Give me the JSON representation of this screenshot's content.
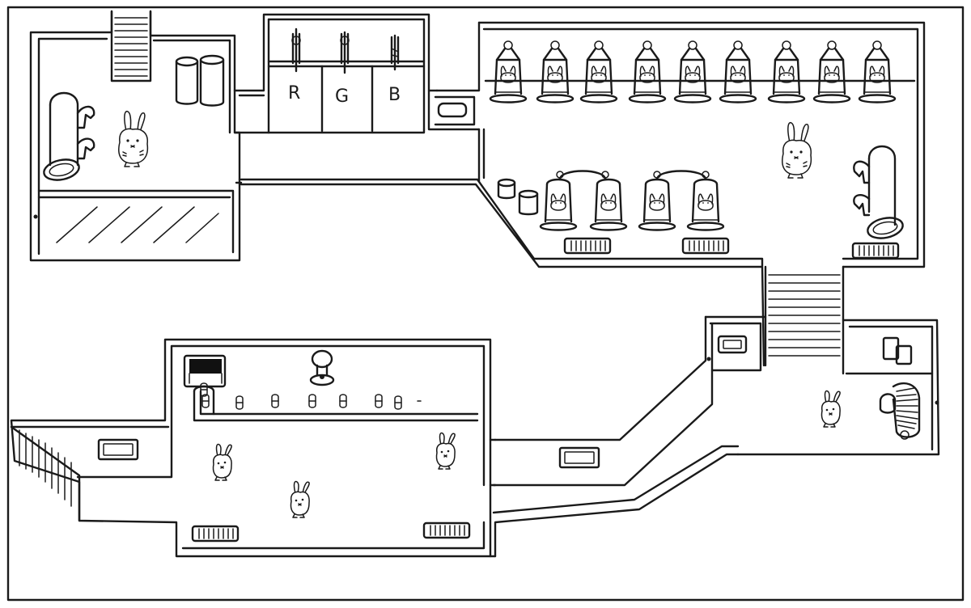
{
  "colors": {
    "ink": "#1a1a1a",
    "paper": "#ffffff",
    "dark_machine": "#111111"
  },
  "map": {
    "vats": [
      {
        "label": "R",
        "icon": "dye-vat-red"
      },
      {
        "label": "G",
        "icon": "dye-vat-green"
      },
      {
        "label": "B",
        "icon": "dye-vat-blue"
      }
    ],
    "bunny_npcs": [
      {
        "name": "bunny-lab-left",
        "icon": "bunny-icon"
      },
      {
        "name": "bunny-lab-right",
        "icon": "bunny-icon"
      },
      {
        "name": "bunny-east-room",
        "icon": "bunny-icon"
      },
      {
        "name": "bunny-factory-1",
        "icon": "bunny-icon"
      },
      {
        "name": "bunny-factory-2",
        "icon": "bunny-icon"
      },
      {
        "name": "bunny-factory-3",
        "icon": "bunny-icon"
      }
    ],
    "capsule_row_count": 9,
    "capsule_pair_count": 2,
    "conveyor_item_count": 8
  }
}
